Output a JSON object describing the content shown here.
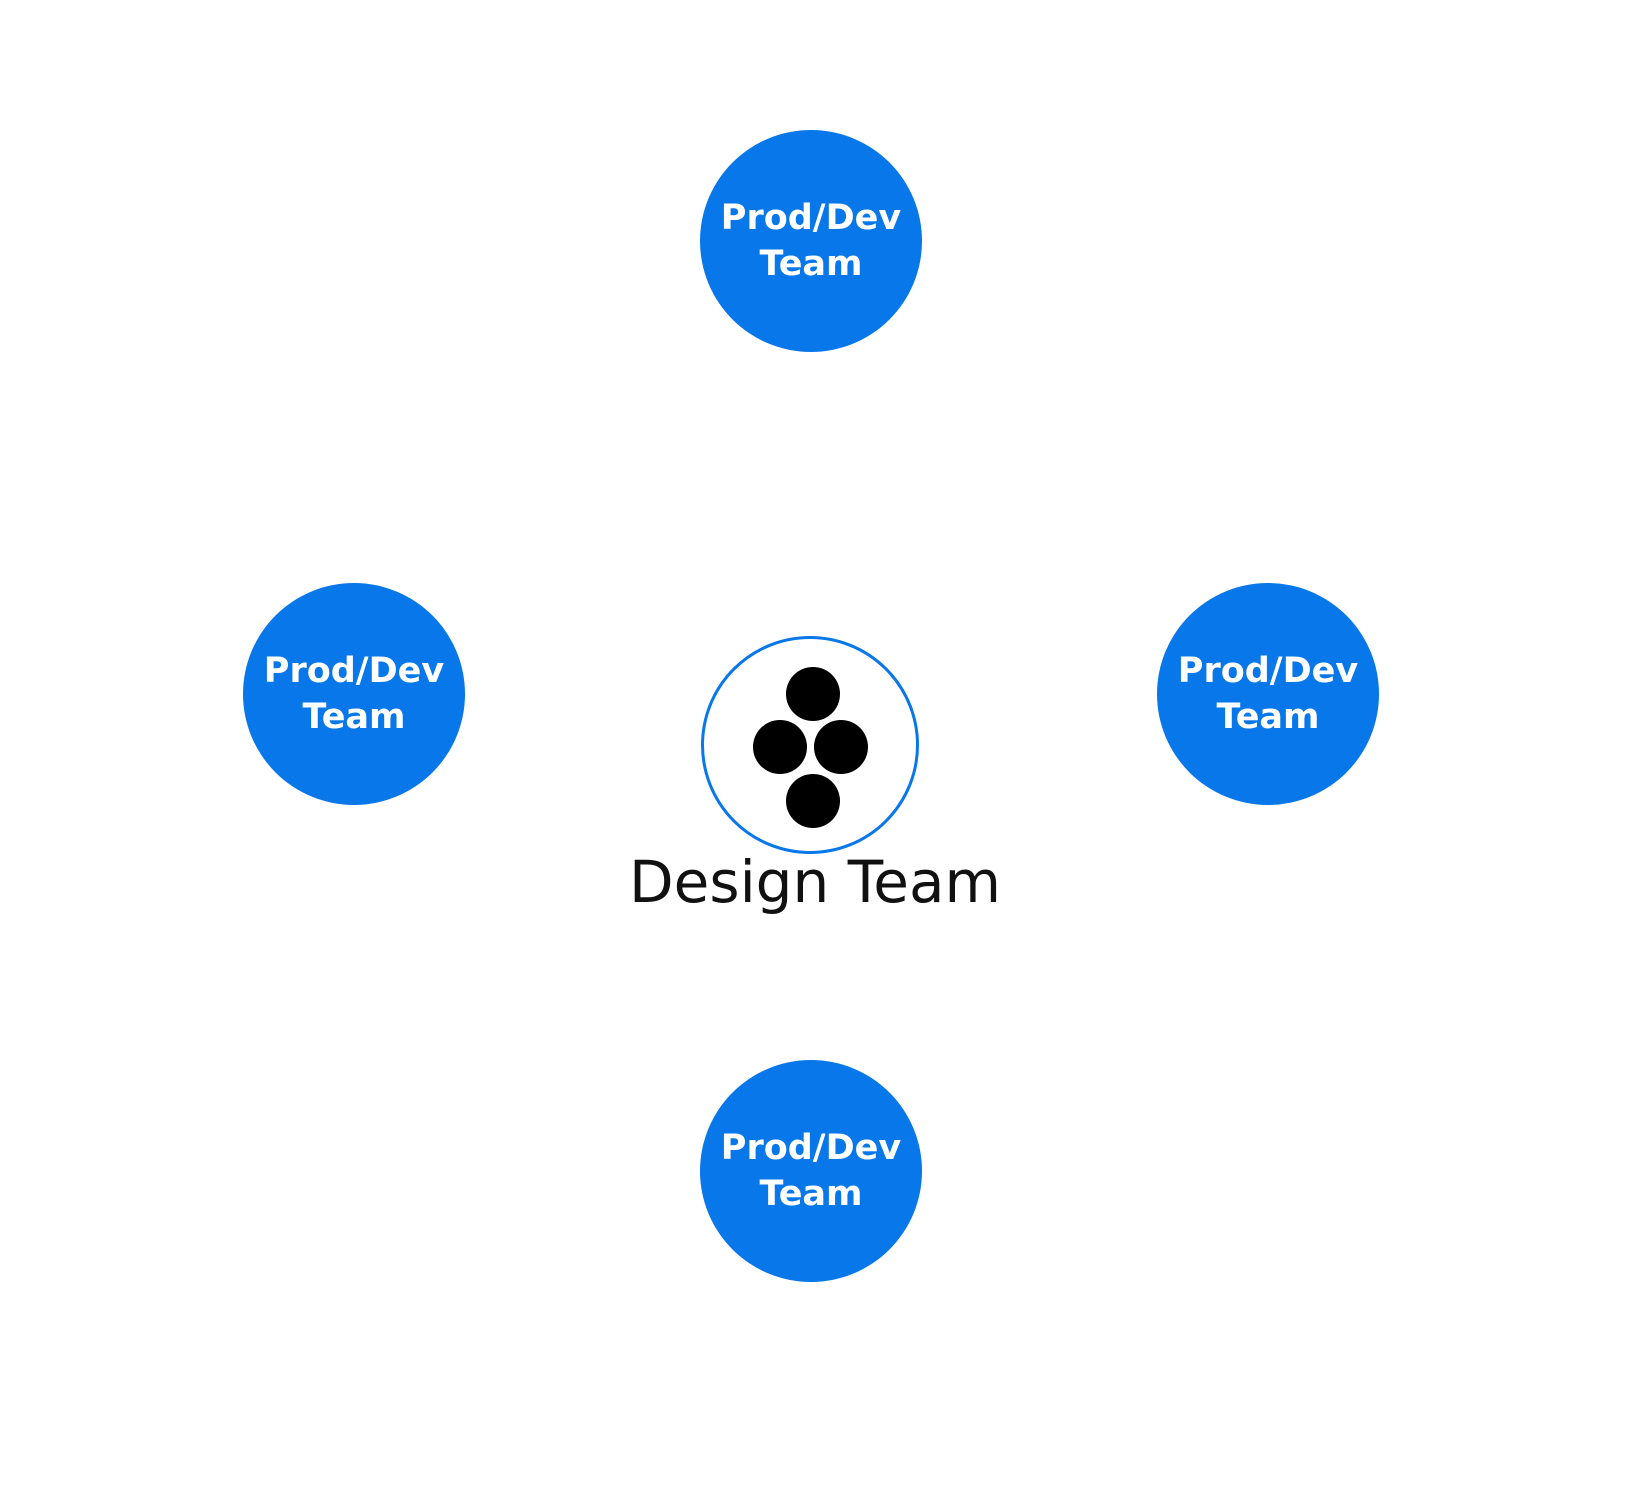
{
  "colors": {
    "team_fill": "#0777EA",
    "team_text": "#ffffff",
    "hub_ring": "#0777EA",
    "icon": "#000000",
    "title_text": "#111111"
  },
  "center": {
    "icon": "people-group-icon",
    "label": "Design Team"
  },
  "teams": [
    {
      "position": "top",
      "label": "Prod/Dev\nTeam"
    },
    {
      "position": "left",
      "label": "Prod/Dev\nTeam"
    },
    {
      "position": "right",
      "label": "Prod/Dev\nTeam"
    },
    {
      "position": "bottom",
      "label": "Prod/Dev\nTeam"
    }
  ]
}
